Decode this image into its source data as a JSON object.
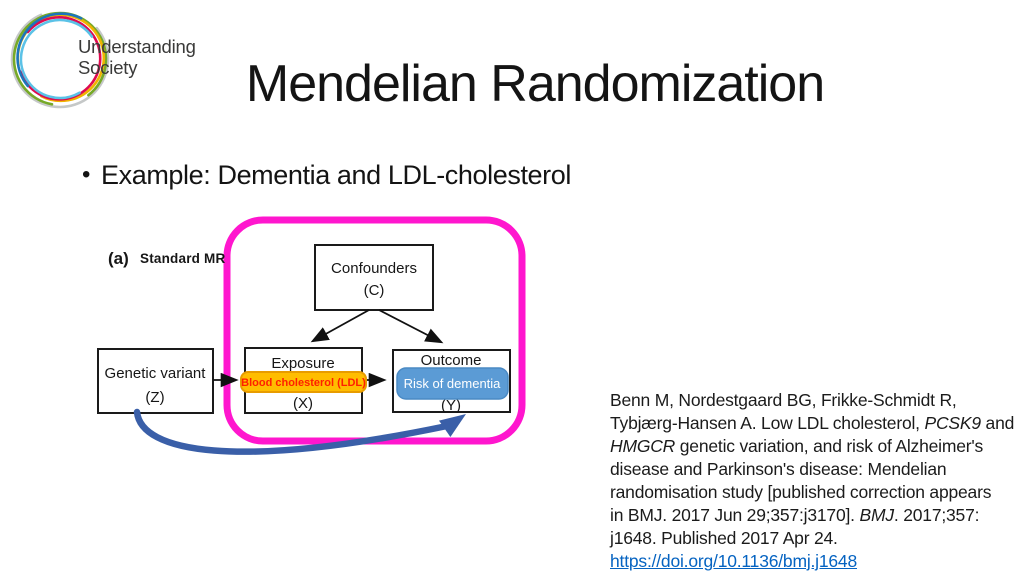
{
  "logo": {
    "line1": "Understanding",
    "line2": "Society"
  },
  "title": "Mendelian Randomization",
  "bullet": {
    "marker": "•",
    "text": "Example: Dementia and LDL-cholesterol"
  },
  "diagram": {
    "panel_label": "(a)",
    "panel_title": "Standard MR",
    "boxes": {
      "confounders": {
        "line1": "Confounders",
        "line2": "(C)"
      },
      "genetic_variant": {
        "line1": "Genetic variant",
        "line2": "(Z)"
      },
      "exposure": {
        "line1": "Exposure",
        "overlay": "Blood cholesterol (LDL)",
        "line2": "(X)"
      },
      "outcome": {
        "line1": "Outcome",
        "overlay": "Risk of dementia",
        "line2": "(Y)"
      }
    },
    "colors": {
      "highlight_ring": "#FF16CE",
      "exposure_overlay_bg": "#FFBD00",
      "exposure_overlay_border": "#E89C00",
      "exposure_overlay_text": "#FF2000",
      "outcome_overlay_bg": "#5B9BD5",
      "outcome_overlay_border": "#4A8AC4",
      "outcome_overlay_text": "#FFFFFF",
      "causal_arrow": "#3A5FA8",
      "box_border": "#1a1a1a"
    }
  },
  "citation": {
    "link_color": "#0563C1",
    "lines": [
      [
        {
          "t": "Benn M, Nordestgaard BG, Frikke-Schmidt R,"
        }
      ],
      [
        {
          "t": "Tybjærg-Hansen A. Low LDL cholesterol, "
        },
        {
          "t": "PCSK9",
          "i": 1
        },
        {
          "t": " and"
        }
      ],
      [
        {
          "t": "HMGCR",
          "i": 1
        },
        {
          "t": " genetic variation, and risk of Alzheimer's"
        }
      ],
      [
        {
          "t": "disease and Parkinson's disease: Mendelian"
        }
      ],
      [
        {
          "t": "randomisation study [published correction appears"
        }
      ],
      [
        {
          "t": "in BMJ. 2017 Jun 29;357:j3170]. "
        },
        {
          "t": "BMJ",
          "i": 1
        },
        {
          "t": ". 2017;357:"
        }
      ],
      [
        {
          "t": "j1648. Published 2017 Apr 24."
        }
      ],
      [
        {
          "t": "https://doi.org/10.1136/bmj.j1648",
          "link": 1
        }
      ]
    ]
  }
}
